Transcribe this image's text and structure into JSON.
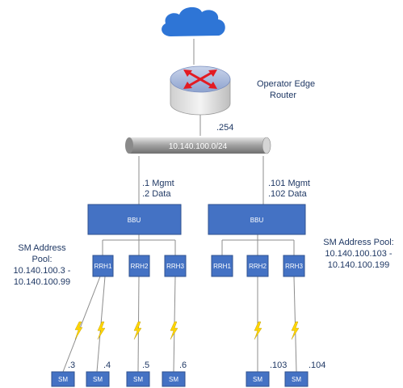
{
  "colors": {
    "box_fill": "#4472c4",
    "box_stroke": "#2f528f",
    "line": "#8c8c8c",
    "lightning": "#ffd500",
    "cloud": "#2e75d6",
    "router": "#a5b6d8",
    "arrow": "#e31b23",
    "text": "#1f3864"
  },
  "icons": {
    "cloud": "cloud-icon",
    "router": "router-icon",
    "wireless": "lightning-bolt-icon"
  },
  "router": {
    "label_line1": "Operator Edge",
    "label_line2": "Router",
    "port": ".254"
  },
  "network": {
    "subnet": "10.140.100.0/24"
  },
  "bbu_left": {
    "label": "BBU",
    "mgmt": ".1 Mgmt",
    "data": ".2 Data",
    "rrhs": [
      "RRH1",
      "RRH2",
      "RRH3"
    ],
    "pool_title_line1": "SM Address",
    "pool_title_line2": "Pool:",
    "pool_range_line1": "10.140.100.3 -",
    "pool_range_line2": "10.140.100.99",
    "sms": [
      {
        "label": "SM",
        "addr": ".3"
      },
      {
        "label": "SM",
        "addr": ".4"
      },
      {
        "label": "SM",
        "addr": ".5"
      },
      {
        "label": "SM",
        "addr": ".6"
      }
    ]
  },
  "bbu_right": {
    "label": "BBU",
    "mgmt": ".101 Mgmt",
    "data": ".102 Data",
    "rrhs": [
      "RRH1",
      "RRH2",
      "RRH3"
    ],
    "pool_title": "SM Address Pool:",
    "pool_range_line1": "10.140.100.103 -",
    "pool_range_line2": "10.140.100.199",
    "sms": [
      {
        "label": "SM",
        "addr": ".103"
      },
      {
        "label": "SM",
        "addr": ".104"
      }
    ]
  }
}
